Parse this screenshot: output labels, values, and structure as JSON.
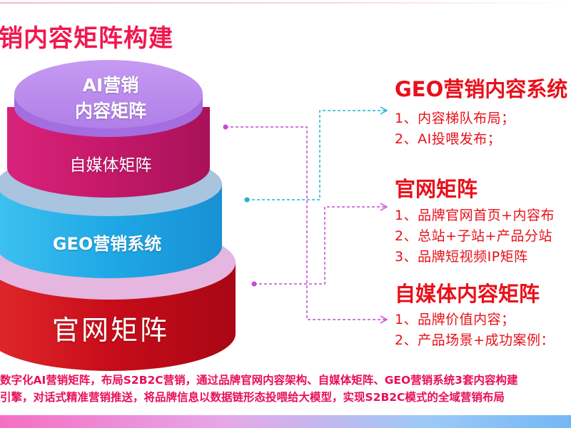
{
  "page": {
    "title": "销内容矩阵构建"
  },
  "stack": {
    "top_line1": "AI营销",
    "top_line2": "内容矩阵",
    "tier2": "自媒体矩阵",
    "tier3": "GEO营销系统",
    "tier4": "官网矩阵",
    "colors": {
      "top": "#c58ef0",
      "tier2": "#cf1c72",
      "tier3": "#2ab5ec",
      "tier4": "#d4101f",
      "connector_cyan": "#22b3d6",
      "connector_magenta": "#c94ad6"
    }
  },
  "sections": [
    {
      "title": "GEO营销内容系统",
      "items": [
        "1、内容梯队布局；",
        "2、AI投喂发布；"
      ]
    },
    {
      "title": "官网矩阵",
      "items": [
        "1、品牌官网首页+内容布",
        "2、总站+子站+产品分站",
        "3、品牌短视频IP矩阵"
      ]
    },
    {
      "title": "自媒体内容矩阵",
      "items": [
        "1、品牌价值内容；",
        "2、产品场景+成功案例："
      ]
    }
  ],
  "footer": {
    "line1": "数字化AI营销矩阵，布局S2B2C营销，通过品牌官网内容架构、自媒体矩阵、GEO营销系统3套内容构建",
    "line2": "引擎，对话式精准营销推送，将品牌信息以数据链形态投喂给大模型，实现S2B2C模式的全域营销布局"
  },
  "theme": {
    "title_color": "#f0184f",
    "section_color": "#e8101a"
  }
}
